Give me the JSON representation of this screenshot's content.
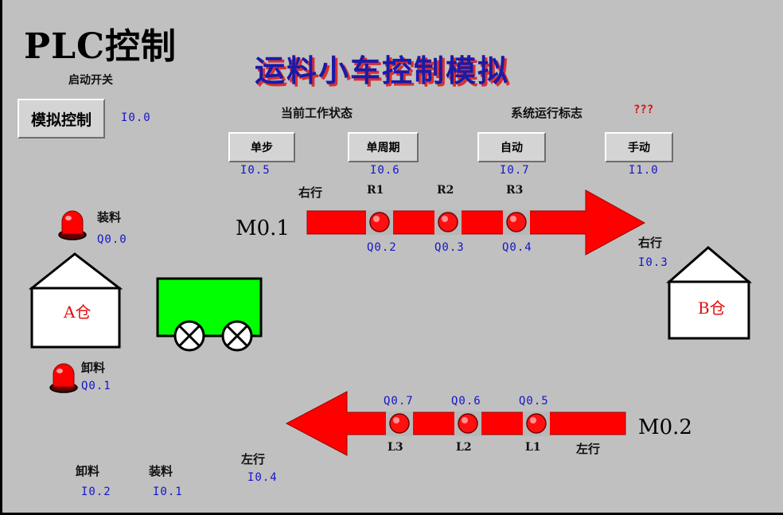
{
  "header": {
    "app_title": "PLC控制",
    "main_title": "运料小车控制模拟"
  },
  "start": {
    "label": "启动开关",
    "button_label": "模拟控制",
    "address": "I0.0"
  },
  "status": {
    "current_state_label": "当前工作状态",
    "run_flag_label": "系统运行标志",
    "run_flag_value": "???"
  },
  "modes": [
    {
      "label": "单步",
      "address": "I0.5"
    },
    {
      "label": "单周期",
      "address": "I0.6"
    },
    {
      "label": "自动",
      "address": "I0.7"
    },
    {
      "label": "手动",
      "address": "I1.0"
    }
  ],
  "right_track": {
    "direction_label": "右行",
    "marker": "M0.1",
    "lamps": [
      {
        "name": "R1",
        "output": "Q0.2"
      },
      {
        "name": "R2",
        "output": "Q0.3"
      },
      {
        "name": "R3",
        "output": "Q0.4"
      }
    ],
    "limit_label": "右行",
    "limit_address": "I0.3"
  },
  "left_track": {
    "direction_label": "左行",
    "marker": "M0.2",
    "lamps": [
      {
        "name": "L3",
        "output": "Q0.7"
      },
      {
        "name": "L2",
        "output": "Q0.6"
      },
      {
        "name": "L1",
        "output": "Q0.5"
      }
    ],
    "limit_label": "左行",
    "limit_address": "I0.4"
  },
  "warehouse_a": {
    "label": "A仓",
    "load_label": "装料",
    "load_output": "Q0.0",
    "unload_label": "卸料",
    "unload_output": "Q0.1"
  },
  "warehouse_b": {
    "label": "B仓"
  },
  "inputs": {
    "unload_label": "卸料",
    "unload_address": "I0.2",
    "load_label": "装料",
    "load_address": "I0.1"
  },
  "colors": {
    "background": "#c0c0c0",
    "arrow": "#ff0000",
    "cart": "#00ff00",
    "lamp": "#ff0000",
    "address_text": "#1414c8"
  }
}
